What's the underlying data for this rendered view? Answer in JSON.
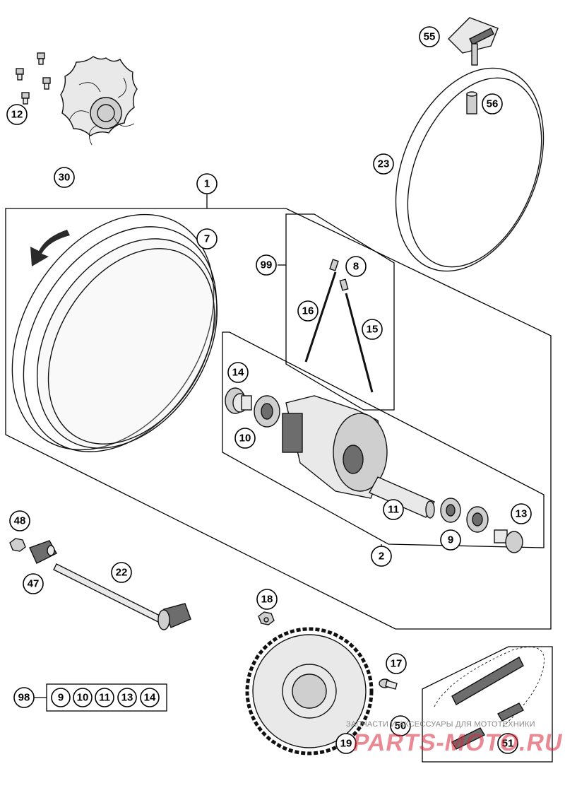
{
  "callouts": {
    "c1": "1",
    "c2": "2",
    "c7": "7",
    "c8": "8",
    "c9": "9",
    "c10": "10",
    "c11": "11",
    "c12": "12",
    "c13": "13",
    "c14": "14",
    "c15": "15",
    "c16": "16",
    "c17": "17",
    "c18": "18",
    "c19": "19",
    "c22": "22",
    "c23": "23",
    "c30": "30",
    "c47": "47",
    "c48": "48",
    "c50": "50",
    "c51": "51",
    "c55": "55",
    "c56": "56",
    "c98": "98",
    "c99": "99"
  },
  "kit98": [
    "9",
    "10",
    "11",
    "13",
    "14"
  ],
  "watermark": {
    "tagline": "ЗАПЧАСТИ И АКСЕССУАРЫ ДЛЯ МОТОТЕХНИКИ",
    "logo": "PARTS-MOTO.RU"
  },
  "colors": {
    "line": "#000000",
    "watermark": "#d6283c",
    "background": "#ffffff"
  }
}
